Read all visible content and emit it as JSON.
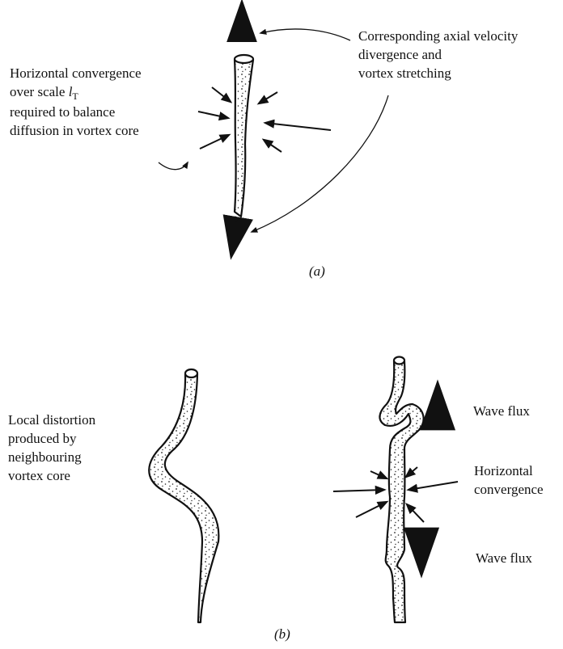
{
  "panel_a": {
    "caption": "(a)",
    "left_label": {
      "line1": "Horizontal convergence",
      "line2_prefix": "over scale ",
      "line2_var": "l",
      "line2_sub": "T",
      "line3": "required to balance",
      "line4": "diffusion in vortex core"
    },
    "right_label": {
      "line1": "Corresponding axial velocity",
      "line2": "divergence and",
      "line3": "vortex stretching"
    }
  },
  "panel_b": {
    "caption": "(b)",
    "left_label": {
      "line1": "Local distortion",
      "line2": "produced by",
      "line3": "neighbouring",
      "line4": "vortex core"
    },
    "wave_flux_top": "Wave flux",
    "convergence_label": {
      "line1": "Horizontal",
      "line2": "convergence"
    },
    "wave_flux_bottom": "Wave flux"
  }
}
